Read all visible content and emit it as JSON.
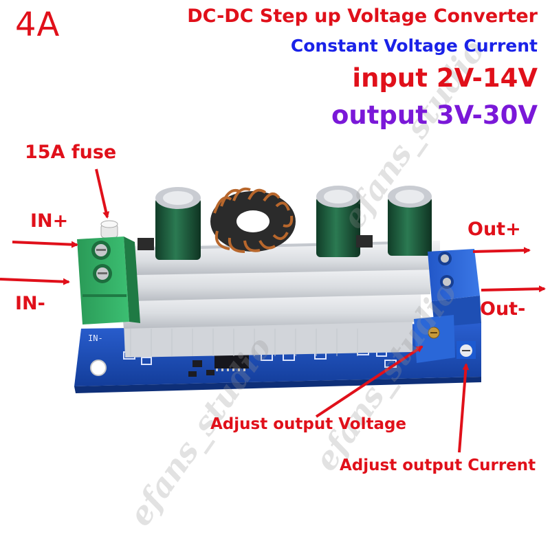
{
  "header": {
    "badge": "4A",
    "title": "DC-DC Step up Voltage Converter",
    "subtitle": "Constant Voltage Current",
    "input_range": "input 2V-14V",
    "output_range": "output 3V-30V"
  },
  "labels": {
    "fuse": "15A fuse",
    "in_plus": "IN+",
    "in_minus": "IN-",
    "out_plus": "Out+",
    "out_minus": "Out-",
    "adjust_voltage": "Adjust output Voltage",
    "adjust_current": "Adjust output Current"
  },
  "board": {
    "silkscreen_in": "IN-"
  },
  "watermark": "efans_studio",
  "colors": {
    "annotation_red": "#e0101a",
    "subtitle_blue": "#1a22e8",
    "output_purple": "#7a18d8",
    "pcb_blue": "#1f4fb8",
    "heatsink": "#e3e5e8",
    "terminal_green": "#2fa860",
    "capacitor_green": "#1d5a3c",
    "inductor_copper": "#b8672c",
    "potentiometer_blue": "#2a67d8"
  }
}
